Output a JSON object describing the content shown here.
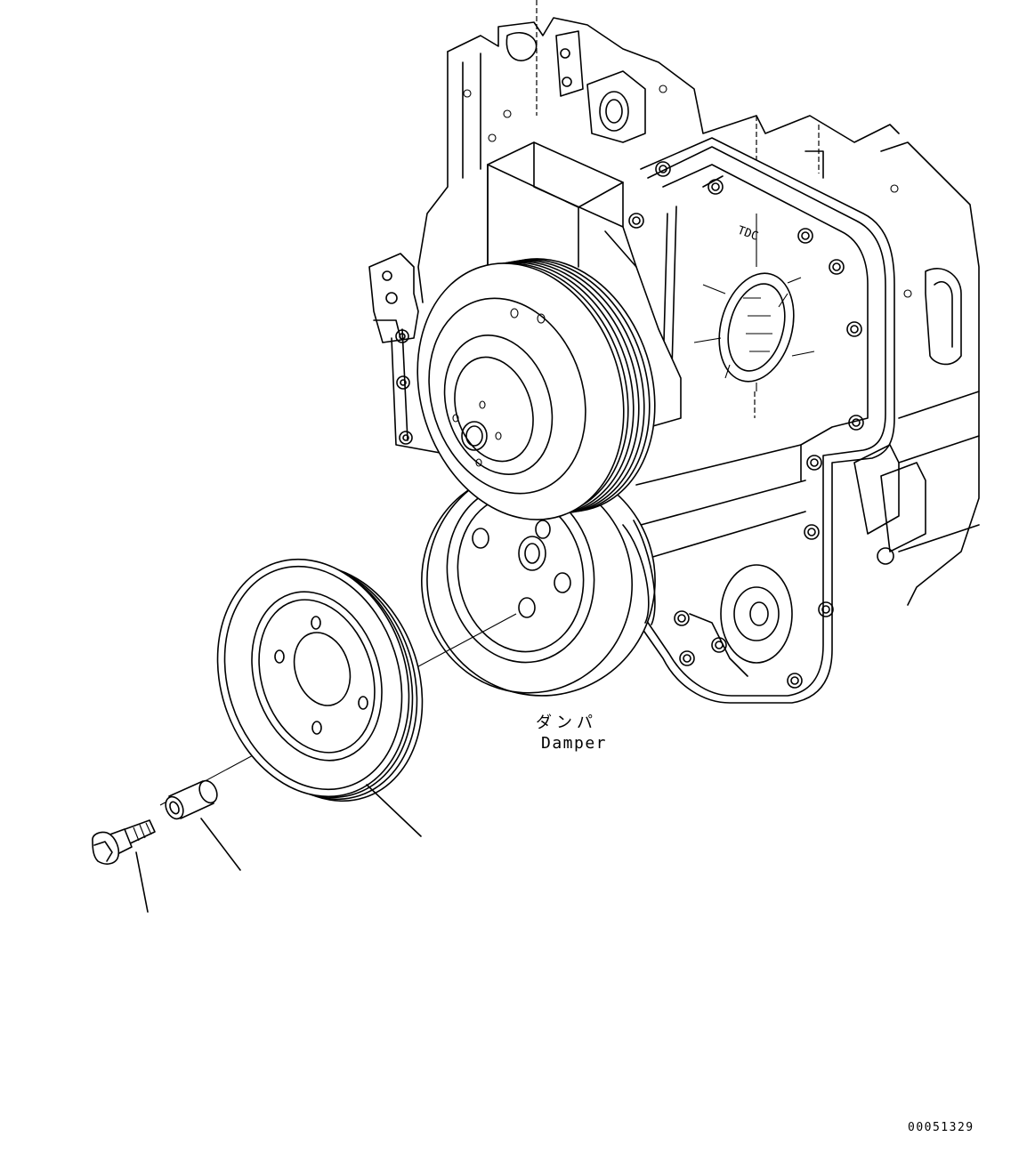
{
  "diagram": {
    "callout_jp": "ダンパ",
    "callout_en": "Damper",
    "drawing_number": "00051329",
    "casting_mark": "TDC"
  }
}
